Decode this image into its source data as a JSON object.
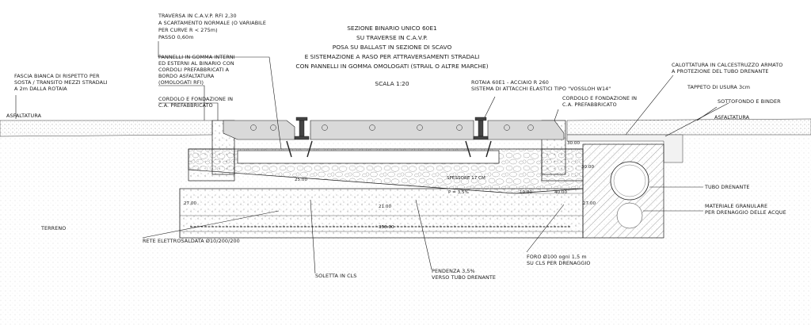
{
  "title": {
    "lines": [
      "SEZIONE BINARIO UNICO 60E1",
      "SU TRAVERSE IN C.A.V.P.",
      "POSA SU BALLAST IN SEZIONE DI SCAVO",
      "E SISTEMAZIONE A RASO PER ATTRAVERSAMENTI STRADALI",
      "CON PANNELLI IN GOMMA OMOLOGATI (STRAIL O ALTRE MARCHE)"
    ],
    "scale": "SCALA 1:20"
  },
  "notes": {
    "traversa": [
      "TRAVERSA IN C.A.V.P. RFI 2,30",
      "A SCARTAMENTO NORMALE (O VARIABILE",
      "PER CURVE R < 275m)",
      "PASSO 0,60m"
    ],
    "pannelli": [
      "PANNELLI IN GOMMA INTERNI",
      "ED ESTERNI AL BINARIO CON",
      "CORDOLI PREFABBRICATI A",
      "BORDO ASFALTATURA",
      "(OMOLOGATI RFI)"
    ],
    "fascia": [
      "FASCIA BIANCA DI RISPETTO PER",
      "SOSTA / TRANSITO MEZZI STRADALI",
      "A 2m DALLA ROTAIA"
    ],
    "cordolo_left": [
      "CORDOLO E FONDAZIONE IN",
      "C.A. PREFABBRICATO"
    ],
    "asfaltatura_left": "ASFALTATURA",
    "rotaia": [
      "ROTAIA   60E1 - ACCIAIO R 260",
      "SISTEMA DI ATTACCHI ELASTICI TIPO \"VOSSLOH W14\""
    ],
    "cordolo_right": [
      "CORDOLO E FONDAZIONE IN",
      "C.A. PREFABBRICATO"
    ],
    "calottatura": [
      "CALOTTATURA IN CALCESTRUZZO ARMATO",
      "A PROTEZIONE DEL TUBO DRENANTE"
    ],
    "tappeto": "TAPPETO DI USURA 3cm",
    "sottofondo": "SOTTOFONDO E BINDER",
    "asfaltatura_right": "ASFALTATURA",
    "tubo": "TUBO DRENANTE",
    "materiale": [
      "MATERIALE GRANULARE",
      "PER DRENAGGIO DELLE ACQUE"
    ],
    "terreno": "TERRENO",
    "rete": "RETE ELETTROSALDATA Ø10/200/200",
    "soletta": "SOLETTA IN CLS",
    "pendenza": [
      "PENDENZA 3,5%",
      "VERSO TUBO DRENANTE"
    ],
    "foro": [
      "FORO Ø100 ogni 1,5 m",
      "SU CLS PER DRENAGGIO"
    ],
    "spessore": "SPESSORE 17 CM",
    "slope": "P = 3,5%"
  },
  "dimensions": {
    "d25": "25.00",
    "d27a": "27.00",
    "d21": "21.00",
    "d27b": "27.00",
    "d358": "358.00",
    "d10": "10.00",
    "d40": "40.00",
    "d30a": "30.00",
    "d30b": "30.00"
  }
}
